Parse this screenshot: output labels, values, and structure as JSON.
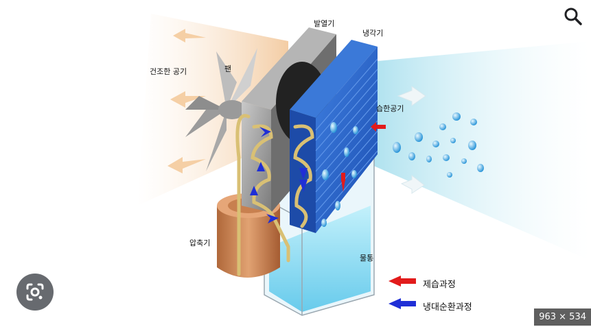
{
  "labels": {
    "dry_air": "건조한 공기",
    "fan": "팬",
    "condenser": "발열기",
    "evaporator": "냉각기",
    "humid_air": "습한공기",
    "compressor": "압축기",
    "water_tank": "물통"
  },
  "legend": [
    {
      "label": "제습과정",
      "color": "#e21b1b"
    },
    {
      "label": "냉대순환과정",
      "color": "#1f2fd6"
    }
  ],
  "image_dimensions": "963 × 534",
  "icons": {
    "search": "search-icon",
    "lens": "google-lens-icon"
  }
}
